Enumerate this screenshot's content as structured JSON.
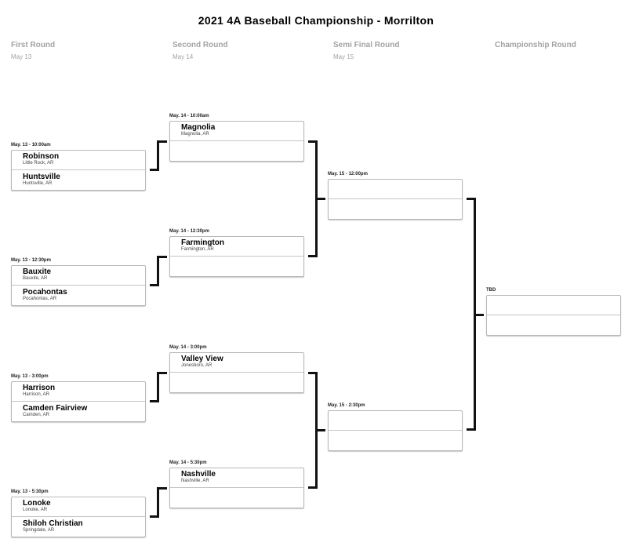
{
  "title": "2021 4A Baseball Championship - Morrilton",
  "rounds": [
    {
      "name": "First Round",
      "date": "May 13"
    },
    {
      "name": "Second Round",
      "date": "May 14"
    },
    {
      "name": "Semi Final Round",
      "date": "May 15"
    },
    {
      "name": "Championship Round",
      "date": ""
    }
  ],
  "first_round": [
    {
      "label": "May. 13 - 10:00am",
      "top": {
        "name": "Robinson",
        "loc": "Little Rock, AR"
      },
      "bottom": {
        "name": "Huntsville",
        "loc": "Huntsville, AR"
      }
    },
    {
      "label": "May. 13 - 12:30pm",
      "top": {
        "name": "Bauxite",
        "loc": "Bauxite, AR"
      },
      "bottom": {
        "name": "Pocahontas",
        "loc": "Pocahontas, AR"
      }
    },
    {
      "label": "May. 13 - 3:00pm",
      "top": {
        "name": "Harrison",
        "loc": "Harrison, AR"
      },
      "bottom": {
        "name": "Camden Fairview",
        "loc": "Camden, AR"
      }
    },
    {
      "label": "May. 13 - 5:30pm",
      "top": {
        "name": "Lonoke",
        "loc": "Lonoke, AR"
      },
      "bottom": {
        "name": "Shiloh Christian",
        "loc": "Springdale, AR"
      }
    }
  ],
  "second_round": [
    {
      "label": "May. 14 - 10:00am",
      "top": {
        "name": "Magnolia",
        "loc": "Magnolia, AR"
      }
    },
    {
      "label": "May. 14 - 12:30pm",
      "top": {
        "name": "Farmington",
        "loc": "Farmington, AR"
      }
    },
    {
      "label": "May. 14 - 3:00pm",
      "top": {
        "name": "Valley View",
        "loc": "Jonesboro, AR"
      }
    },
    {
      "label": "May. 14 - 5:30pm",
      "top": {
        "name": "Nashville",
        "loc": "Nashville, AR"
      }
    }
  ],
  "semi_final": [
    {
      "label": "May. 15 - 12:00pm"
    },
    {
      "label": "May. 15 - 2:30pm"
    }
  ],
  "championship": {
    "label": "TBD"
  }
}
